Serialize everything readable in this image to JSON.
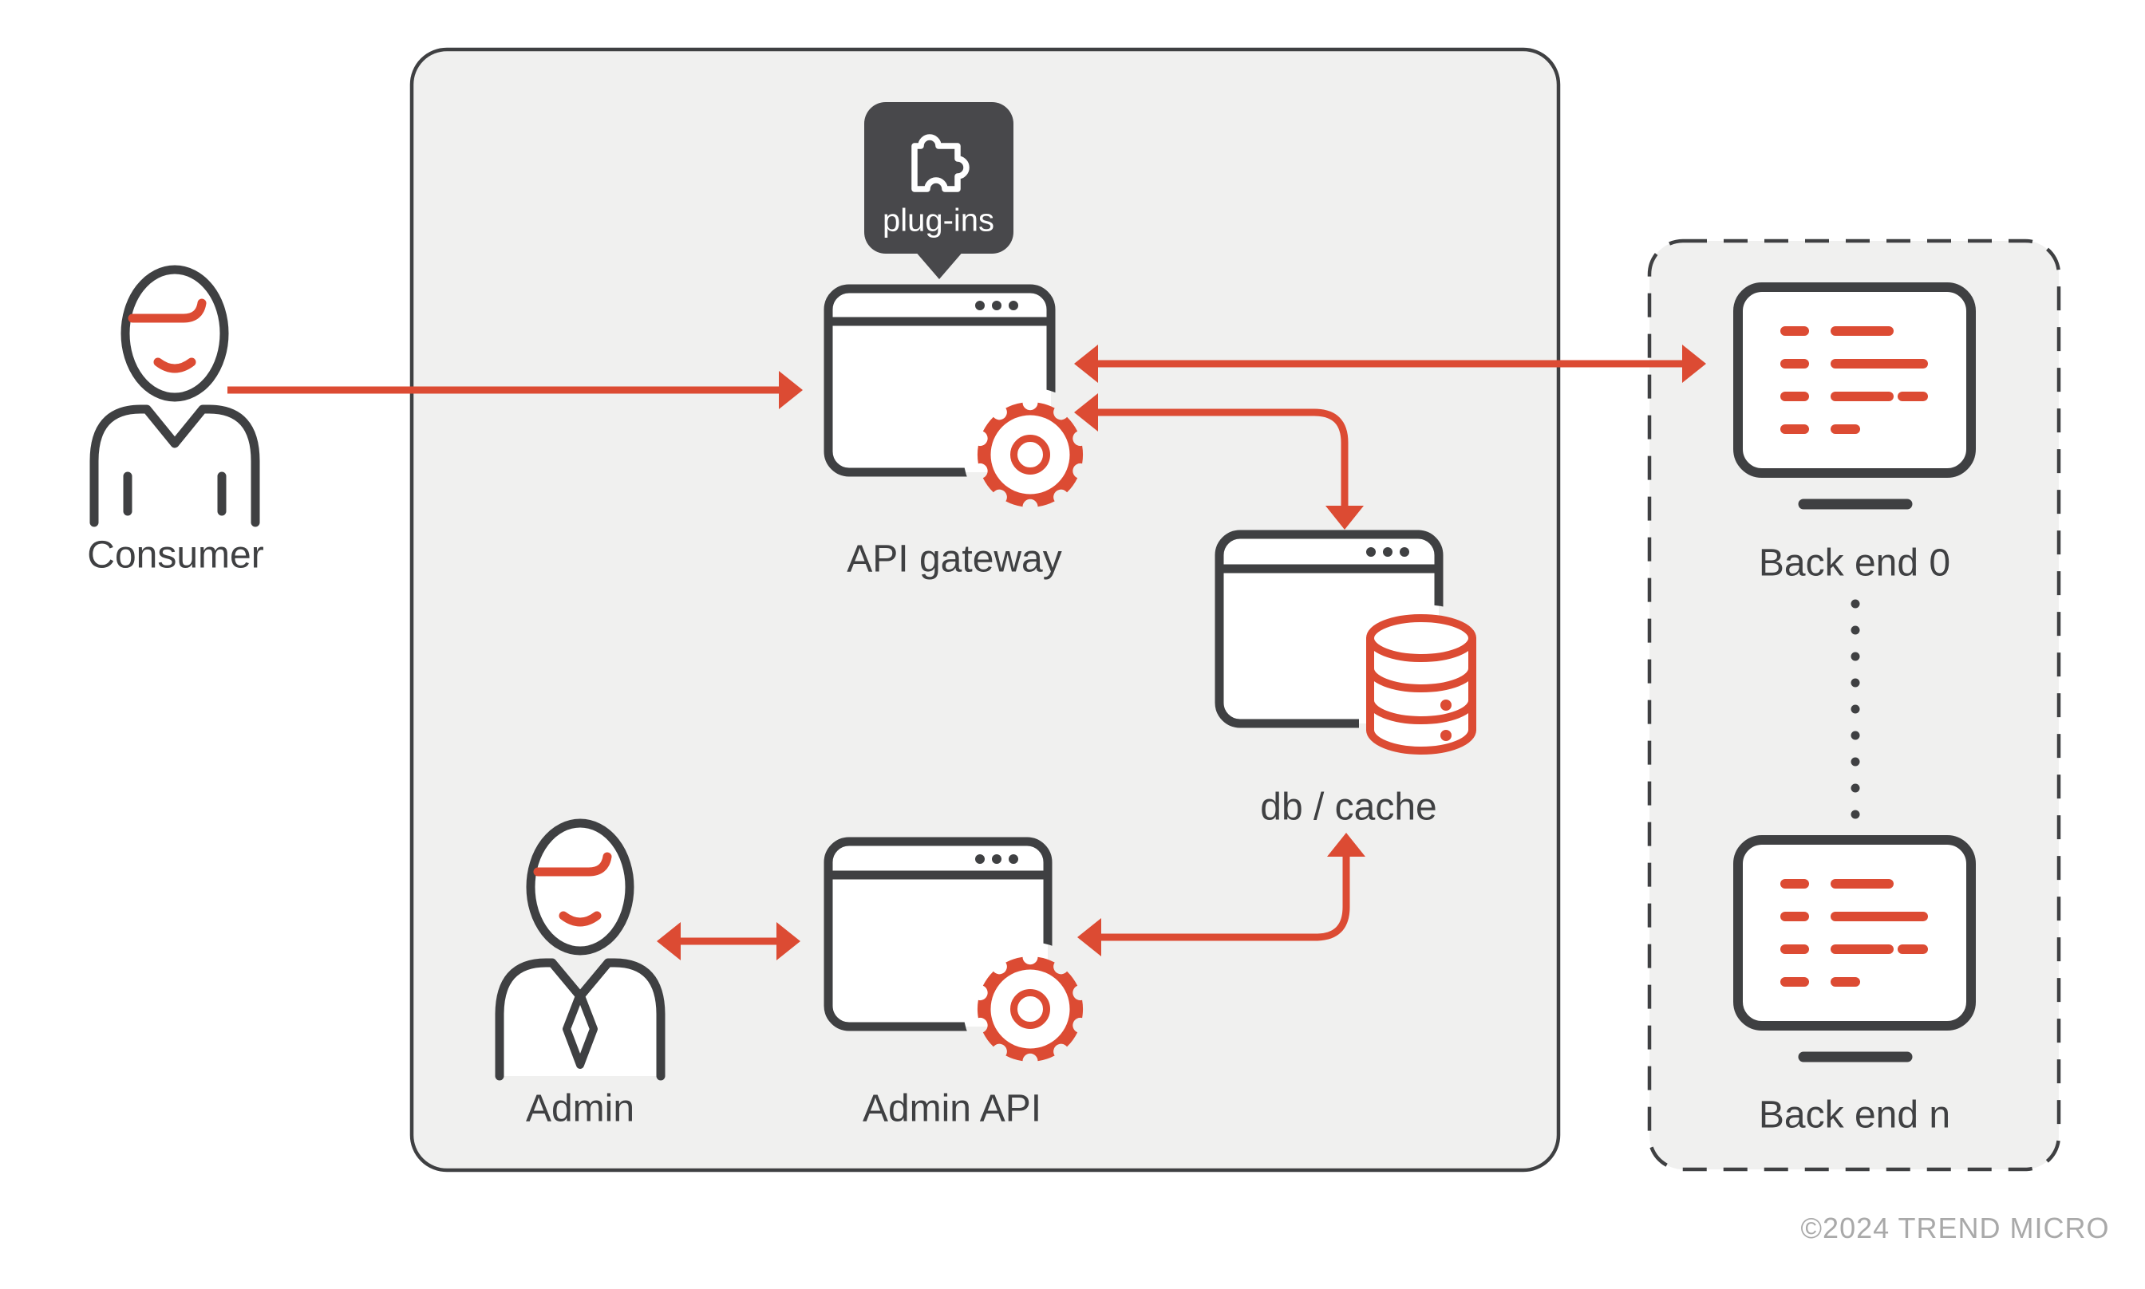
{
  "colors": {
    "red": "#DC4B33",
    "dark": "#3F4042",
    "panel": "#F0F0EF",
    "badge": "#48484B",
    "muted": "#A9A9A9",
    "white": "#FFFFFF"
  },
  "badge": {
    "label": "plug-ins",
    "icon": "puzzle-piece-icon"
  },
  "nodes": {
    "consumer": {
      "label": "Consumer",
      "icon": "person-icon"
    },
    "api_gateway": {
      "label": "API gateway",
      "icon": "browser-window-gear-icon"
    },
    "db_cache": {
      "label": "db / cache",
      "icon": "browser-window-database-icon"
    },
    "admin": {
      "label": "Admin",
      "icon": "person-tie-icon"
    },
    "admin_api": {
      "label": "Admin API",
      "icon": "browser-window-gear-icon"
    },
    "backend_0": {
      "label": "Back end 0",
      "icon": "monitor-code-icon"
    },
    "backend_n": {
      "label": "Back end n",
      "icon": "monitor-code-icon"
    }
  },
  "edges": [
    {
      "from": "Consumer",
      "to": "API gateway",
      "style": "single-arrow"
    },
    {
      "from": "API gateway",
      "to": "Back end 0",
      "style": "double-arrow"
    },
    {
      "from": "API gateway",
      "to": "db / cache",
      "style": "double-arrow-elbow"
    },
    {
      "from": "Admin API",
      "to": "db / cache",
      "style": "double-arrow-elbow"
    },
    {
      "from": "Admin",
      "to": "Admin API",
      "style": "double-arrow"
    }
  ],
  "footer": {
    "copyright": "©2024 TREND MICRO"
  }
}
